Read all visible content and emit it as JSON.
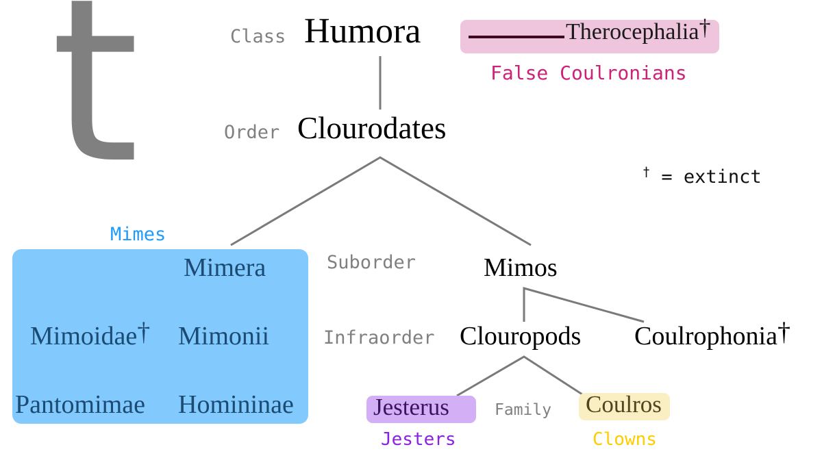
{
  "watermark": {
    "glyph": "t",
    "color": "#808080"
  },
  "legend": {
    "symbol": "†",
    "text": " = extinct"
  },
  "ranks": {
    "class": "Class",
    "order": "Order",
    "suborder": "Suborder",
    "infraorder": "Infraorder",
    "family": "Family"
  },
  "taxa": {
    "humora": {
      "name": "Humora",
      "extinct": false
    },
    "therocephalia": {
      "name": "Therocephalia",
      "extinct": true,
      "dagger": "†"
    },
    "clourodates": {
      "name": "Clourodates",
      "extinct": false
    },
    "mimera": {
      "name": "Mimera",
      "extinct": false
    },
    "mimos": {
      "name": "Mimos",
      "extinct": false
    },
    "mimoidae": {
      "name": "Mimoidae",
      "extinct": true,
      "dagger": "†"
    },
    "mimonii": {
      "name": "Mimonii",
      "extinct": false
    },
    "pantomimae": {
      "name": "Pantomimae",
      "extinct": false
    },
    "homininae": {
      "name": "Homininae",
      "extinct": false
    },
    "clouropods": {
      "name": "Clouropods",
      "extinct": false
    },
    "coulrophonia": {
      "name": "Coulrophonia",
      "extinct": true,
      "dagger": "†"
    },
    "jesterus": {
      "name": "Jesterus",
      "extinct": false
    },
    "coulros": {
      "name": "Coulros",
      "extinct": false
    }
  },
  "common_names": {
    "false_coulronians": "False Coulronians",
    "mimes": "Mimes",
    "jesters": "Jesters",
    "clowns": "Clowns"
  },
  "colors": {
    "pink_box": "#eec5dc",
    "pink_text": "#cc2277",
    "pink_rule": "#3d0a22",
    "blue_box": "#82c9fd",
    "blue_text": "#1b4a73",
    "blue_label": "#1f9bfb",
    "blue_edge": "#4b86ae",
    "purple_box": "#d3b0f5",
    "purple_text": "#3d1360",
    "purple_label": "#8a22e0",
    "yellow_box": "#faeec3",
    "yellow_text": "#4f4420",
    "yellow_label": "#ffcc00",
    "edge": "#7a7a7a",
    "rank_label": "#808080",
    "taxon_text": "#000000"
  }
}
